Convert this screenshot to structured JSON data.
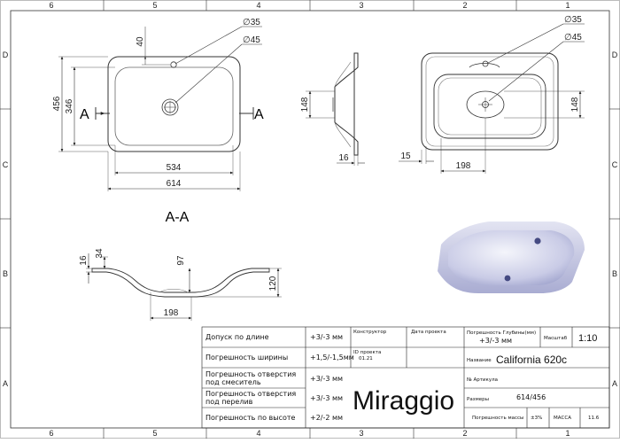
{
  "frame": {
    "top_numbers": [
      "6",
      "5",
      "4",
      "3",
      "2",
      "1"
    ],
    "bottom_numbers": [
      "6",
      "5",
      "4",
      "3",
      "2",
      "1"
    ],
    "left_letters": [
      "D",
      "C",
      "B",
      "A"
    ],
    "right_letters": [
      "D",
      "C",
      "B",
      "A"
    ]
  },
  "top_view": {
    "dim_phi35": "∅35",
    "dim_phi45": "∅45",
    "dim_40": "40",
    "dim_456": "456",
    "dim_346": "346",
    "dim_534": "534",
    "dim_614": "614",
    "section_mark_left": "A",
    "section_mark_right": "A"
  },
  "side_view": {
    "dim_148": "148",
    "dim_16": "16"
  },
  "right_view": {
    "dim_phi35": "∅35",
    "dim_phi45": "∅45",
    "dim_148": "148",
    "dim_15": "15",
    "dim_198": "198"
  },
  "section": {
    "title": "A-A",
    "dim_16": "16",
    "dim_34": "34",
    "dim_97": "97",
    "dim_120": "120",
    "dim_198": "198"
  },
  "title_block": {
    "rows": [
      {
        "label": "Допуск по длине",
        "value": "+3/-3 мм"
      },
      {
        "label": "Погрешность ширины",
        "value": "+1,5/-1,5мм"
      },
      {
        "label": "Погрешность отверстия под смеситель",
        "value": "+3/-3 мм"
      },
      {
        "label": "Погрешность отверстия под перелив",
        "value": "+3/-3 мм"
      },
      {
        "label": "Погрешность по высоте",
        "value": "+2/-2 мм"
      }
    ],
    "constructor_label": "Конструктор",
    "project_date_label": "Дата проекта",
    "project_id_label": "ID проекта",
    "project_id_value": "01.21",
    "depth_tolerance_label": "Погрешность Глубины(мм)",
    "depth_tolerance_value": "+3/-3 мм",
    "scale_label": "Масштаб",
    "scale_value": "1:10",
    "name_label": "Название",
    "name_value": "California 620c",
    "article_label": "№ Артикула",
    "brand": "Miraggio",
    "sizes_label": "Размеры",
    "sizes_value": "614/456",
    "mass_tolerance_label": "Погрешность массы",
    "mass_tolerance_value": "±3%",
    "mass_label": "МАССА",
    "mass_value": "11.6"
  }
}
